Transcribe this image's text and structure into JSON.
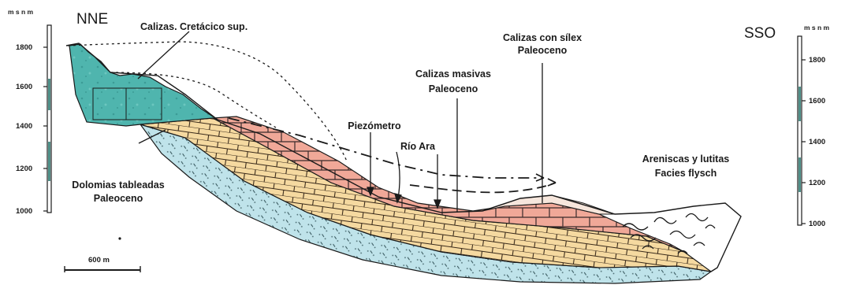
{
  "orientation": {
    "left": "NNE",
    "right": "SSO"
  },
  "left_axis": {
    "unit": "m s n m",
    "ticks": [
      "1800",
      "1600",
      "1400",
      "1200",
      "1000"
    ]
  },
  "right_axis": {
    "unit": "m s n m",
    "ticks": [
      "1800",
      "1600",
      "1400",
      "1200",
      "1000"
    ]
  },
  "labels": {
    "calizas_cretacico": "Calizas. Cretácico sup.",
    "calizas_silex_1": "Calizas con sílex",
    "calizas_silex_2": "Paleoceno",
    "calizas_masivas_1": "Calizas masivas",
    "calizas_masivas_2": "Paleoceno",
    "piezometro": "Piezómetro",
    "rio": "Río Ara",
    "dolomias_1": "Dolomias tableadas",
    "dolomias_2": "Paleoceno",
    "areniscas_1": "Areniscas y lutitas",
    "areniscas_2": "Facies flysch"
  },
  "scale_bar": {
    "label": "600 m"
  },
  "colors": {
    "cretaceous_limestone": "#4fb5ae",
    "massive_limestone": "#f0a898",
    "dolomite": "#f5d9a0",
    "basal_unit": "#bfe3ea",
    "ink": "#1a1a1a"
  }
}
